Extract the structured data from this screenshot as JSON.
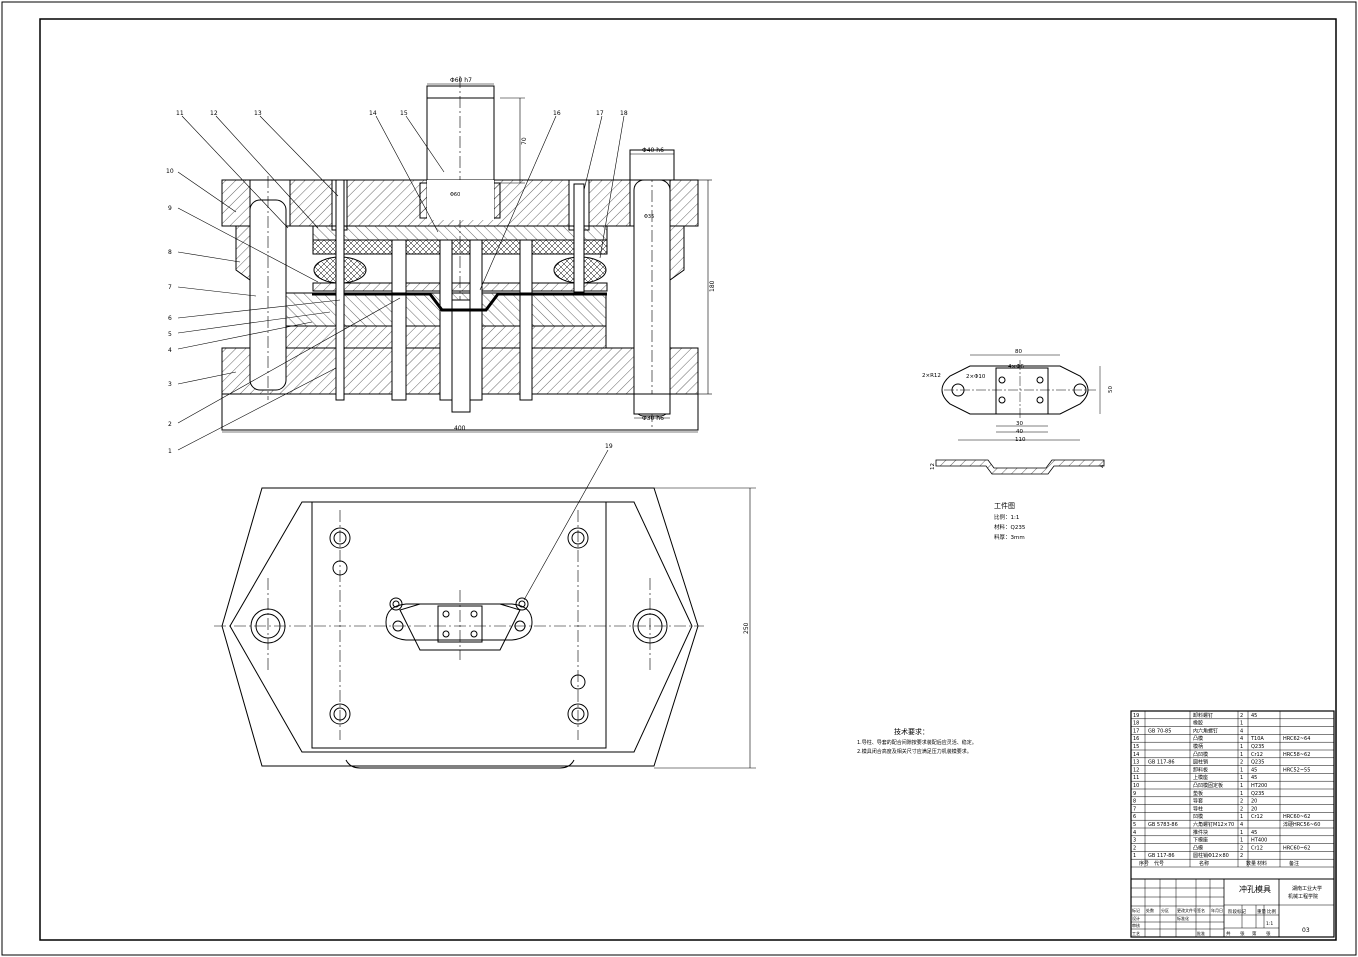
{
  "callouts": {
    "c1": "1",
    "c2": "2",
    "c3": "3",
    "c4": "4",
    "c5": "5",
    "c6": "6",
    "c7": "7",
    "c8": "8",
    "c9": "9",
    "c10": "10",
    "c11": "11",
    "c12": "12",
    "c13": "13",
    "c14": "14",
    "c15": "15",
    "c16": "16",
    "c17": "17",
    "c18": "18",
    "c19": "19"
  },
  "dims": {
    "shank_dia": "Φ60 h7",
    "shank_dia2": "Φ60",
    "shank_len": "70",
    "width400": "400",
    "height": "180",
    "guide_top": "Φ40 h6",
    "guide_mid": "Φ35",
    "guide_bot": "Φ30 h6",
    "plan_250": "250"
  },
  "part": {
    "d80": "80",
    "d30": "30",
    "d40": "40",
    "d110": "110",
    "d50": "50",
    "r12": "2×R12",
    "phi10": "2×Φ10",
    "phi6": "4×Φ6",
    "t12": "12",
    "t4": "4",
    "title": "工件图",
    "scale": "比例：1:1",
    "material": "材料：Q235",
    "thickness": "料厚：3mm"
  },
  "notes": {
    "title": "技术要求：",
    "line1": "1.导柱、导套的配合间隙按要求装配后应灵活、稳定。",
    "line2": "2.模具闭合高度及相关尺寸应满足压力机装模要求。"
  },
  "bom": [
    [
      "19",
      "",
      "卸料螺钉",
      "2",
      "45",
      ""
    ],
    [
      "18",
      "",
      "橡胶",
      "1",
      "",
      ""
    ],
    [
      "17",
      "GB 70-85",
      "内六角螺钉",
      "4",
      "",
      ""
    ],
    [
      "16",
      "",
      "凸模",
      "4",
      "T10A",
      "HRC62~64"
    ],
    [
      "15",
      "",
      "模柄",
      "1",
      "Q235",
      ""
    ],
    [
      "14",
      "",
      "凸凹模",
      "1",
      "Cr12",
      "HRC58~62"
    ],
    [
      "13",
      "GB 117-86",
      "圆柱销",
      "2",
      "Q235",
      ""
    ],
    [
      "12",
      "",
      "卸料板",
      "1",
      "45",
      "HRC52~55"
    ],
    [
      "11",
      "",
      "上模座",
      "1",
      "45",
      ""
    ],
    [
      "10",
      "",
      "凸凹模固定板",
      "1",
      "HT200",
      ""
    ],
    [
      "9",
      "",
      "垫板",
      "1",
      "Q235",
      ""
    ],
    [
      "8",
      "",
      "导套",
      "2",
      "20",
      ""
    ],
    [
      "7",
      "",
      "导柱",
      "2",
      "20",
      ""
    ],
    [
      "6",
      "",
      "凹模",
      "1",
      "Cr12",
      "HRC60~62"
    ],
    [
      "5",
      "GB 5783-86",
      "六角螺钉M12×70",
      "4",
      "",
      "淬硬HRC56~60"
    ],
    [
      "4",
      "",
      "推件块",
      "1",
      "45",
      ""
    ],
    [
      "3",
      "",
      "下模座",
      "1",
      "HT400",
      ""
    ],
    [
      "2",
      "",
      "凸模",
      "2",
      "Cr12",
      "HRC60~62"
    ],
    [
      "1",
      "GB 117-86",
      "圆柱销Φ12×80",
      "2",
      "",
      ""
    ]
  ],
  "bom_header": {
    "no": "序号",
    "code": "代号",
    "name": "名称",
    "qty": "数量",
    "material": "材料",
    "remark": "备注"
  },
  "title_block": {
    "drawing_name": "冲孔模具",
    "school_line1": "湖南工业大学",
    "school_line2": "机械工程学院",
    "sheet": "03",
    "scale": "1:1",
    "stage_mark": "阶段标记",
    "weight": "重量",
    "ratio": "比例",
    "designer": "设计",
    "std": "标准化",
    "review": "审核",
    "process": "工艺",
    "approve": "批准",
    "total": "共",
    "page": "张",
    "of": "第",
    "sheet_word": "张",
    "mark": "标记",
    "count": "处数",
    "zone": "分区",
    "change_no": "更改文件号",
    "sign": "签名",
    "date": "年月日"
  }
}
